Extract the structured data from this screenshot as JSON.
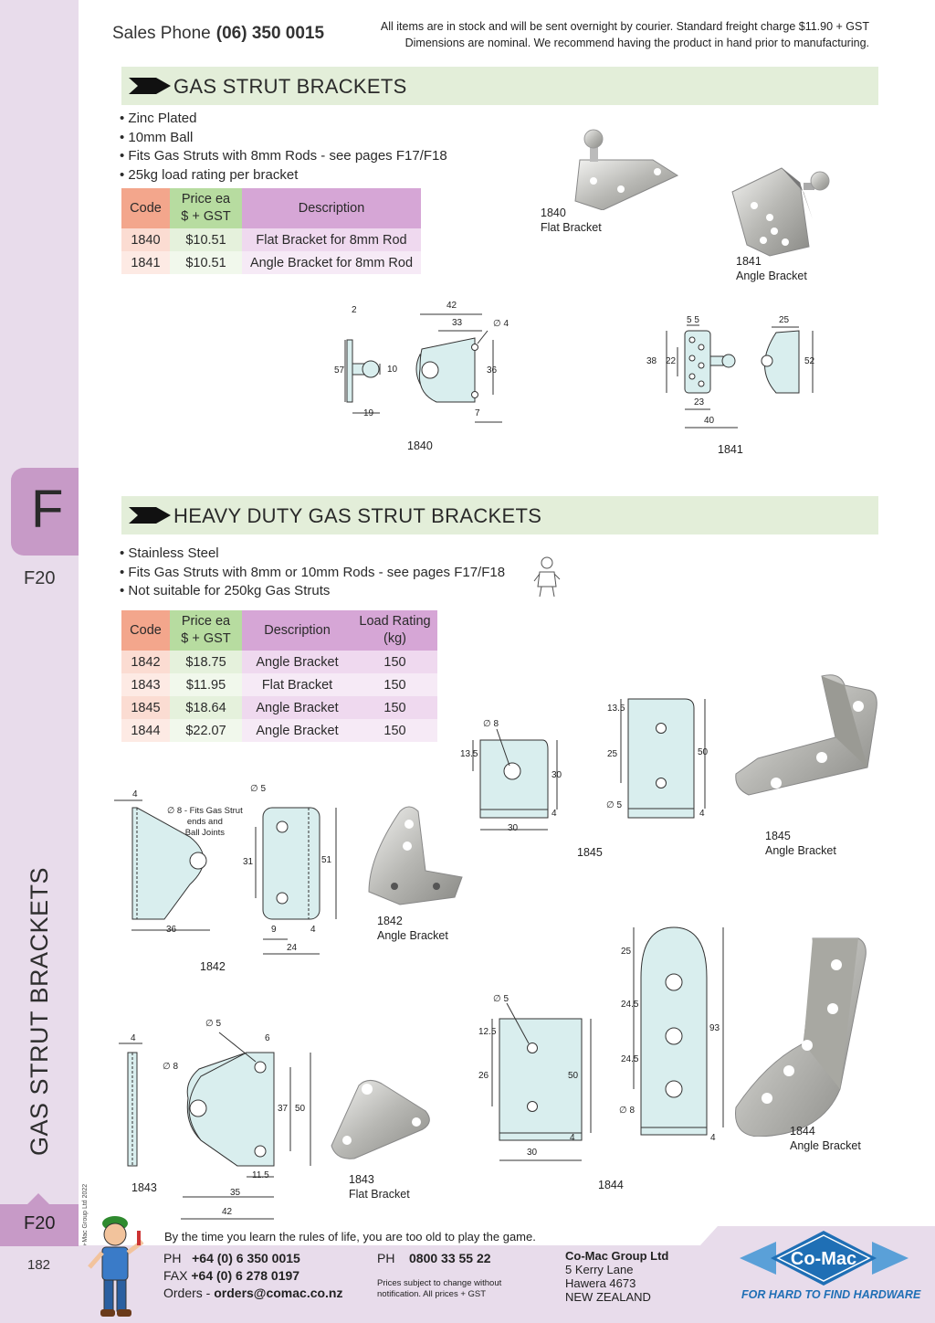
{
  "header": {
    "sales_label": "Sales Phone",
    "sales_phone": "(06) 350 0015",
    "stock_line1": "All items are in stock and will be sent overnight by courier. Standard freight charge $11.90 + GST",
    "stock_line2": "Dimensions are nominal. We recommend having the product in hand prior to manufacturing."
  },
  "sidebar": {
    "tab_letter": "F",
    "page_ref": "F20",
    "vertical_title": "GAS STRUT BRACKETS",
    "bottom_ref": "F20",
    "page_number": "182",
    "copyright": "© Co-Mac Group Ltd 2022"
  },
  "section1": {
    "title": "GAS STRUT BRACKETS",
    "bullets": [
      "• Zinc Plated",
      "• 10mm Ball",
      "• Fits Gas Struts with 8mm Rods - see pages F17/F18",
      "• 25kg load rating per bracket"
    ],
    "table": {
      "headers": [
        "Code",
        "Price ea",
        "$ + GST",
        "Description"
      ],
      "rows": [
        [
          "1840",
          "$10.51",
          "Flat Bracket for 8mm Rod"
        ],
        [
          "1841",
          "$10.51",
          "Angle Bracket for 8mm Rod"
        ]
      ]
    },
    "captions": {
      "photo_1840_code": "1840",
      "photo_1840_name": "Flat Bracket",
      "photo_1841_code": "1841",
      "photo_1841_name": "Angle Bracket",
      "drawing_1840": "1840",
      "drawing_1841": "1841"
    },
    "dims_1840": {
      "d2": "2",
      "d42": "42",
      "d33": "33",
      "d4": "∅ 4",
      "d57": "57",
      "d10": "10",
      "d36": "36",
      "d19": "19",
      "d7": "7"
    },
    "dims_1841": {
      "d55": "5 5",
      "d25": "25",
      "d38": "38",
      "d22": "22",
      "d52": "52",
      "d23": "23",
      "d40": "40"
    }
  },
  "section2": {
    "title": "HEAVY DUTY GAS STRUT BRACKETS",
    "bullets": [
      "• Stainless Steel",
      "• Fits Gas Struts with 8mm or 10mm Rods - see pages F17/F18",
      "• Not suitable for 250kg Gas Struts"
    ],
    "table": {
      "headers": [
        "Code",
        "Price ea",
        "$ + GST",
        "Description",
        "Load Rating",
        "(kg)"
      ],
      "rows": [
        [
          "1842",
          "$18.75",
          "Angle Bracket",
          "150"
        ],
        [
          "1843",
          "$11.95",
          "Flat Bracket",
          "150"
        ],
        [
          "1845",
          "$18.64",
          "Angle Bracket",
          "150"
        ],
        [
          "1844",
          "$22.07",
          "Angle Bracket",
          "150"
        ]
      ]
    },
    "captions": {
      "drawing_1842": "1842",
      "photo_1842_code": "1842",
      "photo_1842_name": "Angle Bracket",
      "drawing_1845": "1845",
      "photo_1845_code": "1845",
      "photo_1845_name": "Angle Bracket",
      "drawing_1843": "1843",
      "photo_1843_code": "1843",
      "photo_1843_name": "Flat Bracket",
      "drawing_1844": "1844",
      "photo_1844_code": "1844",
      "photo_1844_name": "Angle Bracket"
    },
    "dims_1842": {
      "d4": "4",
      "d8note1": "∅ 8 - Fits Gas Strut",
      "d8note2": "ends and",
      "d8note3": "Ball Joints",
      "d36": "36",
      "d5": "∅ 5",
      "d31": "31",
      "d51": "51",
      "d9": "9",
      "d4b": "4",
      "d24": "24"
    },
    "dims_1845": {
      "d8": "∅ 8",
      "d135": "13.5",
      "d30v": "30",
      "d4": "4",
      "d30h": "30",
      "d135b": "13.5",
      "d25": "25",
      "d50": "50",
      "d5": "∅ 5",
      "d4b": "4"
    },
    "dims_1843": {
      "d4": "4",
      "d5": "∅ 5",
      "d6": "6",
      "d8": "∅ 8",
      "d37": "37",
      "d50": "50",
      "d115": "11.5",
      "d35": "35",
      "d42": "42"
    },
    "dims_1844": {
      "d5": "∅ 5",
      "d125": "12.5",
      "d26": "26",
      "d50": "50",
      "d4": "4",
      "d30": "30",
      "d25": "25",
      "d245a": "24.5",
      "d245b": "24.5",
      "d93": "93",
      "d8": "∅ 8",
      "d4b": "4"
    }
  },
  "footer": {
    "motto": "By the time you learn the rules of life, you are too old to play the game.",
    "ph_label": "PH",
    "ph": "+64 (0) 6 350 0015",
    "fax_label": "FAX",
    "fax": "+64 (0) 6 278 0197",
    "orders_label": "Orders -",
    "orders": "orders@comac.co.nz",
    "ph2_label": "PH",
    "ph2": "0800 33 55 22",
    "note1": "Prices subject to change without",
    "note2": "notification. All prices + GST",
    "company": "Co-Mac Group Ltd",
    "addr1": "5 Kerry Lane",
    "addr2": "Hawera 4673",
    "addr3": "NEW ZEALAND",
    "logo_text": "Co-Mac",
    "tagline": "FOR HARD TO FIND HARDWARE"
  },
  "colors": {
    "sidebar": "#e8dceb",
    "tab": "#c79ac7",
    "banner": "#e3eed9",
    "code_header": "#f3a68c",
    "price_header": "#b7dca0",
    "desc_header": "#d6a6d6",
    "drawing_fill": "#d9eeee",
    "logo_blue": "#1f6fb5"
  },
  "icons": [
    "arrow-icon",
    "mechanic-mascot-icon",
    "comac-logo-icon",
    "mechanic-sketch-icon"
  ]
}
